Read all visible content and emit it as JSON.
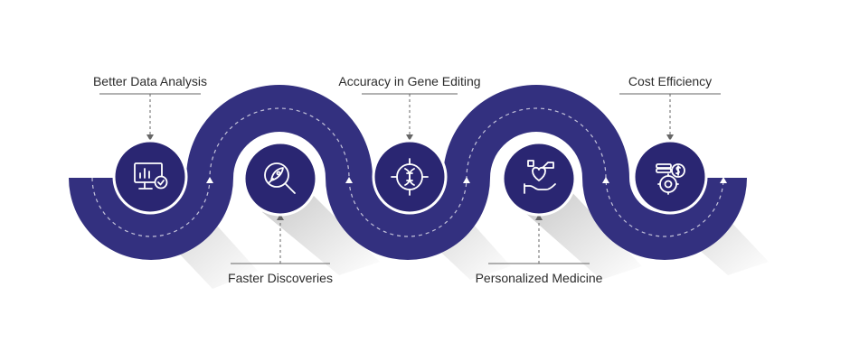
{
  "diagram": {
    "steps": [
      {
        "label": "Better Data Analysis",
        "icon": "monitor-analytics-icon",
        "position": "top"
      },
      {
        "label": "Faster Discoveries",
        "icon": "magnifier-rocket-icon",
        "position": "bottom"
      },
      {
        "label": "Accuracy in Gene Editing",
        "icon": "dna-target-icon",
        "position": "top"
      },
      {
        "label": "Personalized Medicine",
        "icon": "hand-heart-icon",
        "position": "bottom"
      },
      {
        "label": "Cost Efficiency",
        "icon": "coins-gear-icon",
        "position": "top"
      }
    ],
    "colors": {
      "band": "#33307f",
      "node": "#2a2672",
      "icon": "#ffffff",
      "text": "#2b2b2b",
      "connector": "#666666"
    }
  }
}
